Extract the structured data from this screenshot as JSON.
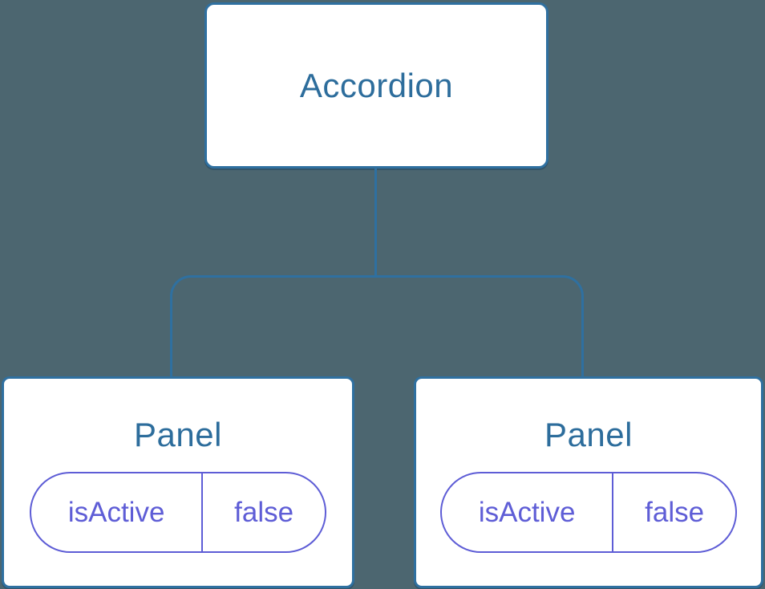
{
  "diagram": {
    "root": {
      "label": "Accordion"
    },
    "children": [
      {
        "label": "Panel",
        "state": {
          "key": "isActive",
          "value": "false"
        }
      },
      {
        "label": "Panel",
        "state": {
          "key": "isActive",
          "value": "false"
        }
      }
    ]
  },
  "colors": {
    "background": "#4C6670",
    "node_fill": "#FFFFFF",
    "stroke": "#2F70A0",
    "node_text": "#2D6D9C",
    "state_accent": "#5E5DD6"
  }
}
